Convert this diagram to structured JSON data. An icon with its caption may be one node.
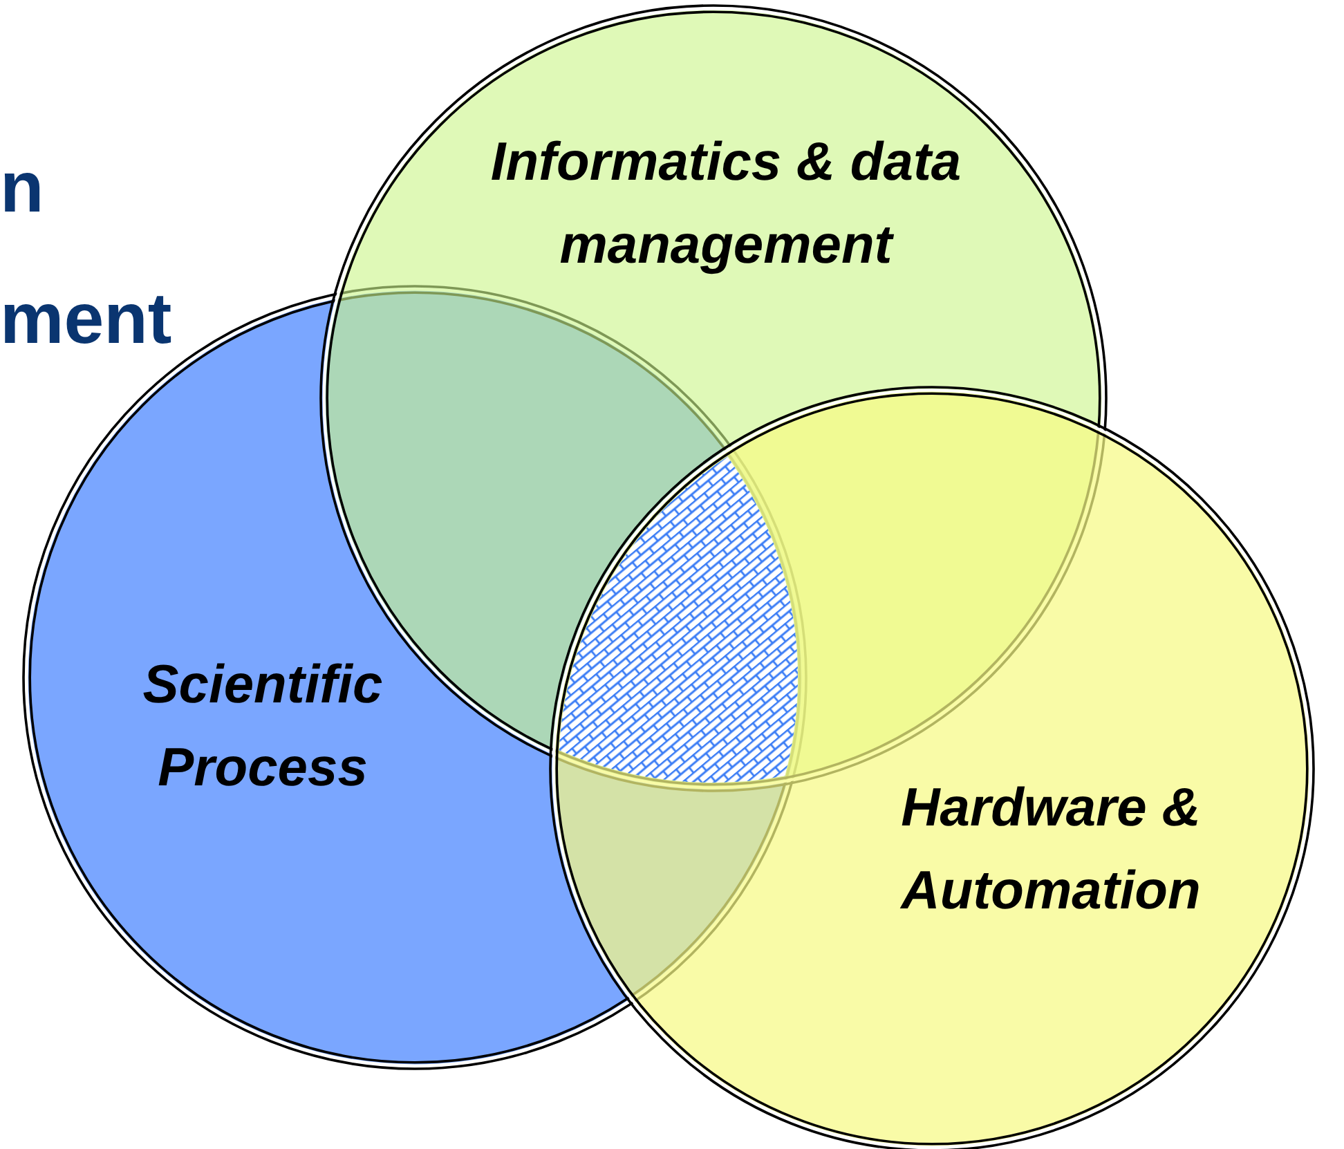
{
  "diagram": {
    "nodes": [
      {
        "text": [
          "Scientific Process"
        ]
      },
      {
        "text": [
          "Informatics & data management"
        ]
      },
      {
        "text": [
          "Hardware & Automation"
        ]
      }
    ],
    "labels": [
      "n",
      "ment"
    ]
  }
}
